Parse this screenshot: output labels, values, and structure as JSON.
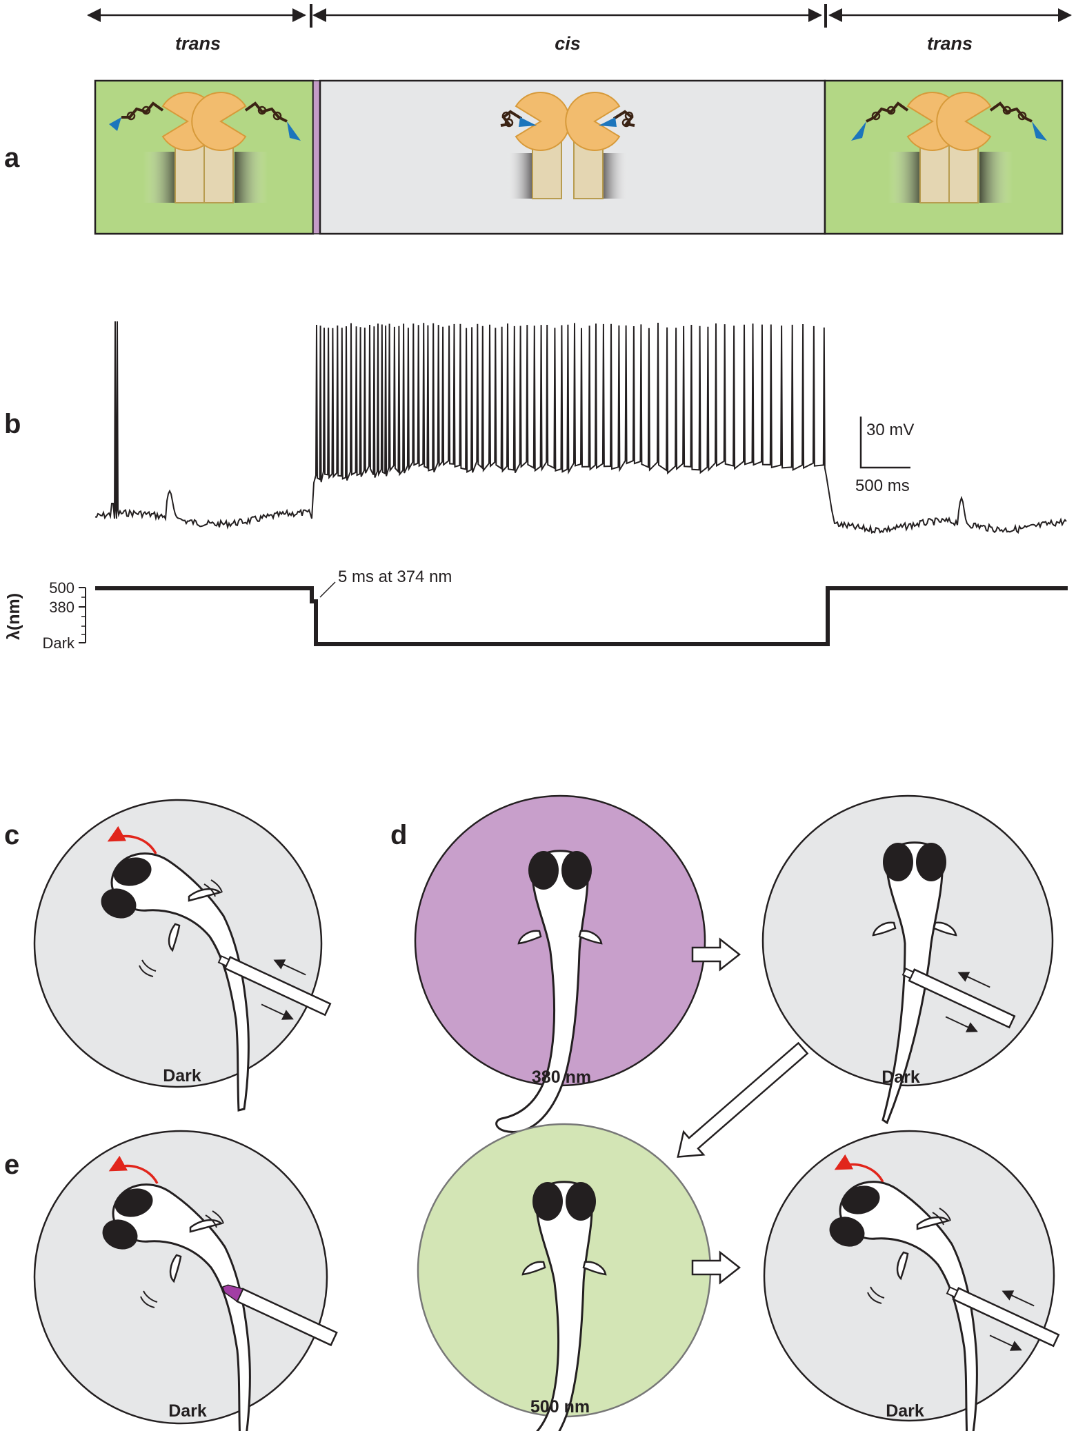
{
  "panels": {
    "a": "a",
    "b": "b",
    "c": "c",
    "d": "d",
    "e": "e"
  },
  "states": {
    "left": "trans",
    "middle": "cis",
    "right": "trans"
  },
  "scale_bar": {
    "voltage": "30 mV",
    "time": "500 ms"
  },
  "wavelength_axis": {
    "label": "λ(nm)",
    "ticks": [
      "500",
      "380",
      "Dark"
    ],
    "annotation": "5 ms at 374 nm"
  },
  "conditions": {
    "c": "Dark",
    "d1": "380 nm",
    "d2": "Dark",
    "d3": "500 nm",
    "d4": "Dark",
    "e": "Dark"
  },
  "colors": {
    "trans_bg": "#b3d785",
    "cis_bg": "#e6e7e8",
    "uv_pulse": "#c49cc7",
    "dish_gray": "#e6e7e8",
    "dish_purple": "#c89fcb",
    "dish_green": "#d3e5b5",
    "ligand_head": "#f2bc6e",
    "channel": "#e4d6b2",
    "arrow_blue": "#1c75bc",
    "escape_red": "#e1251b",
    "stimulus_purple": "#a23ea4"
  }
}
